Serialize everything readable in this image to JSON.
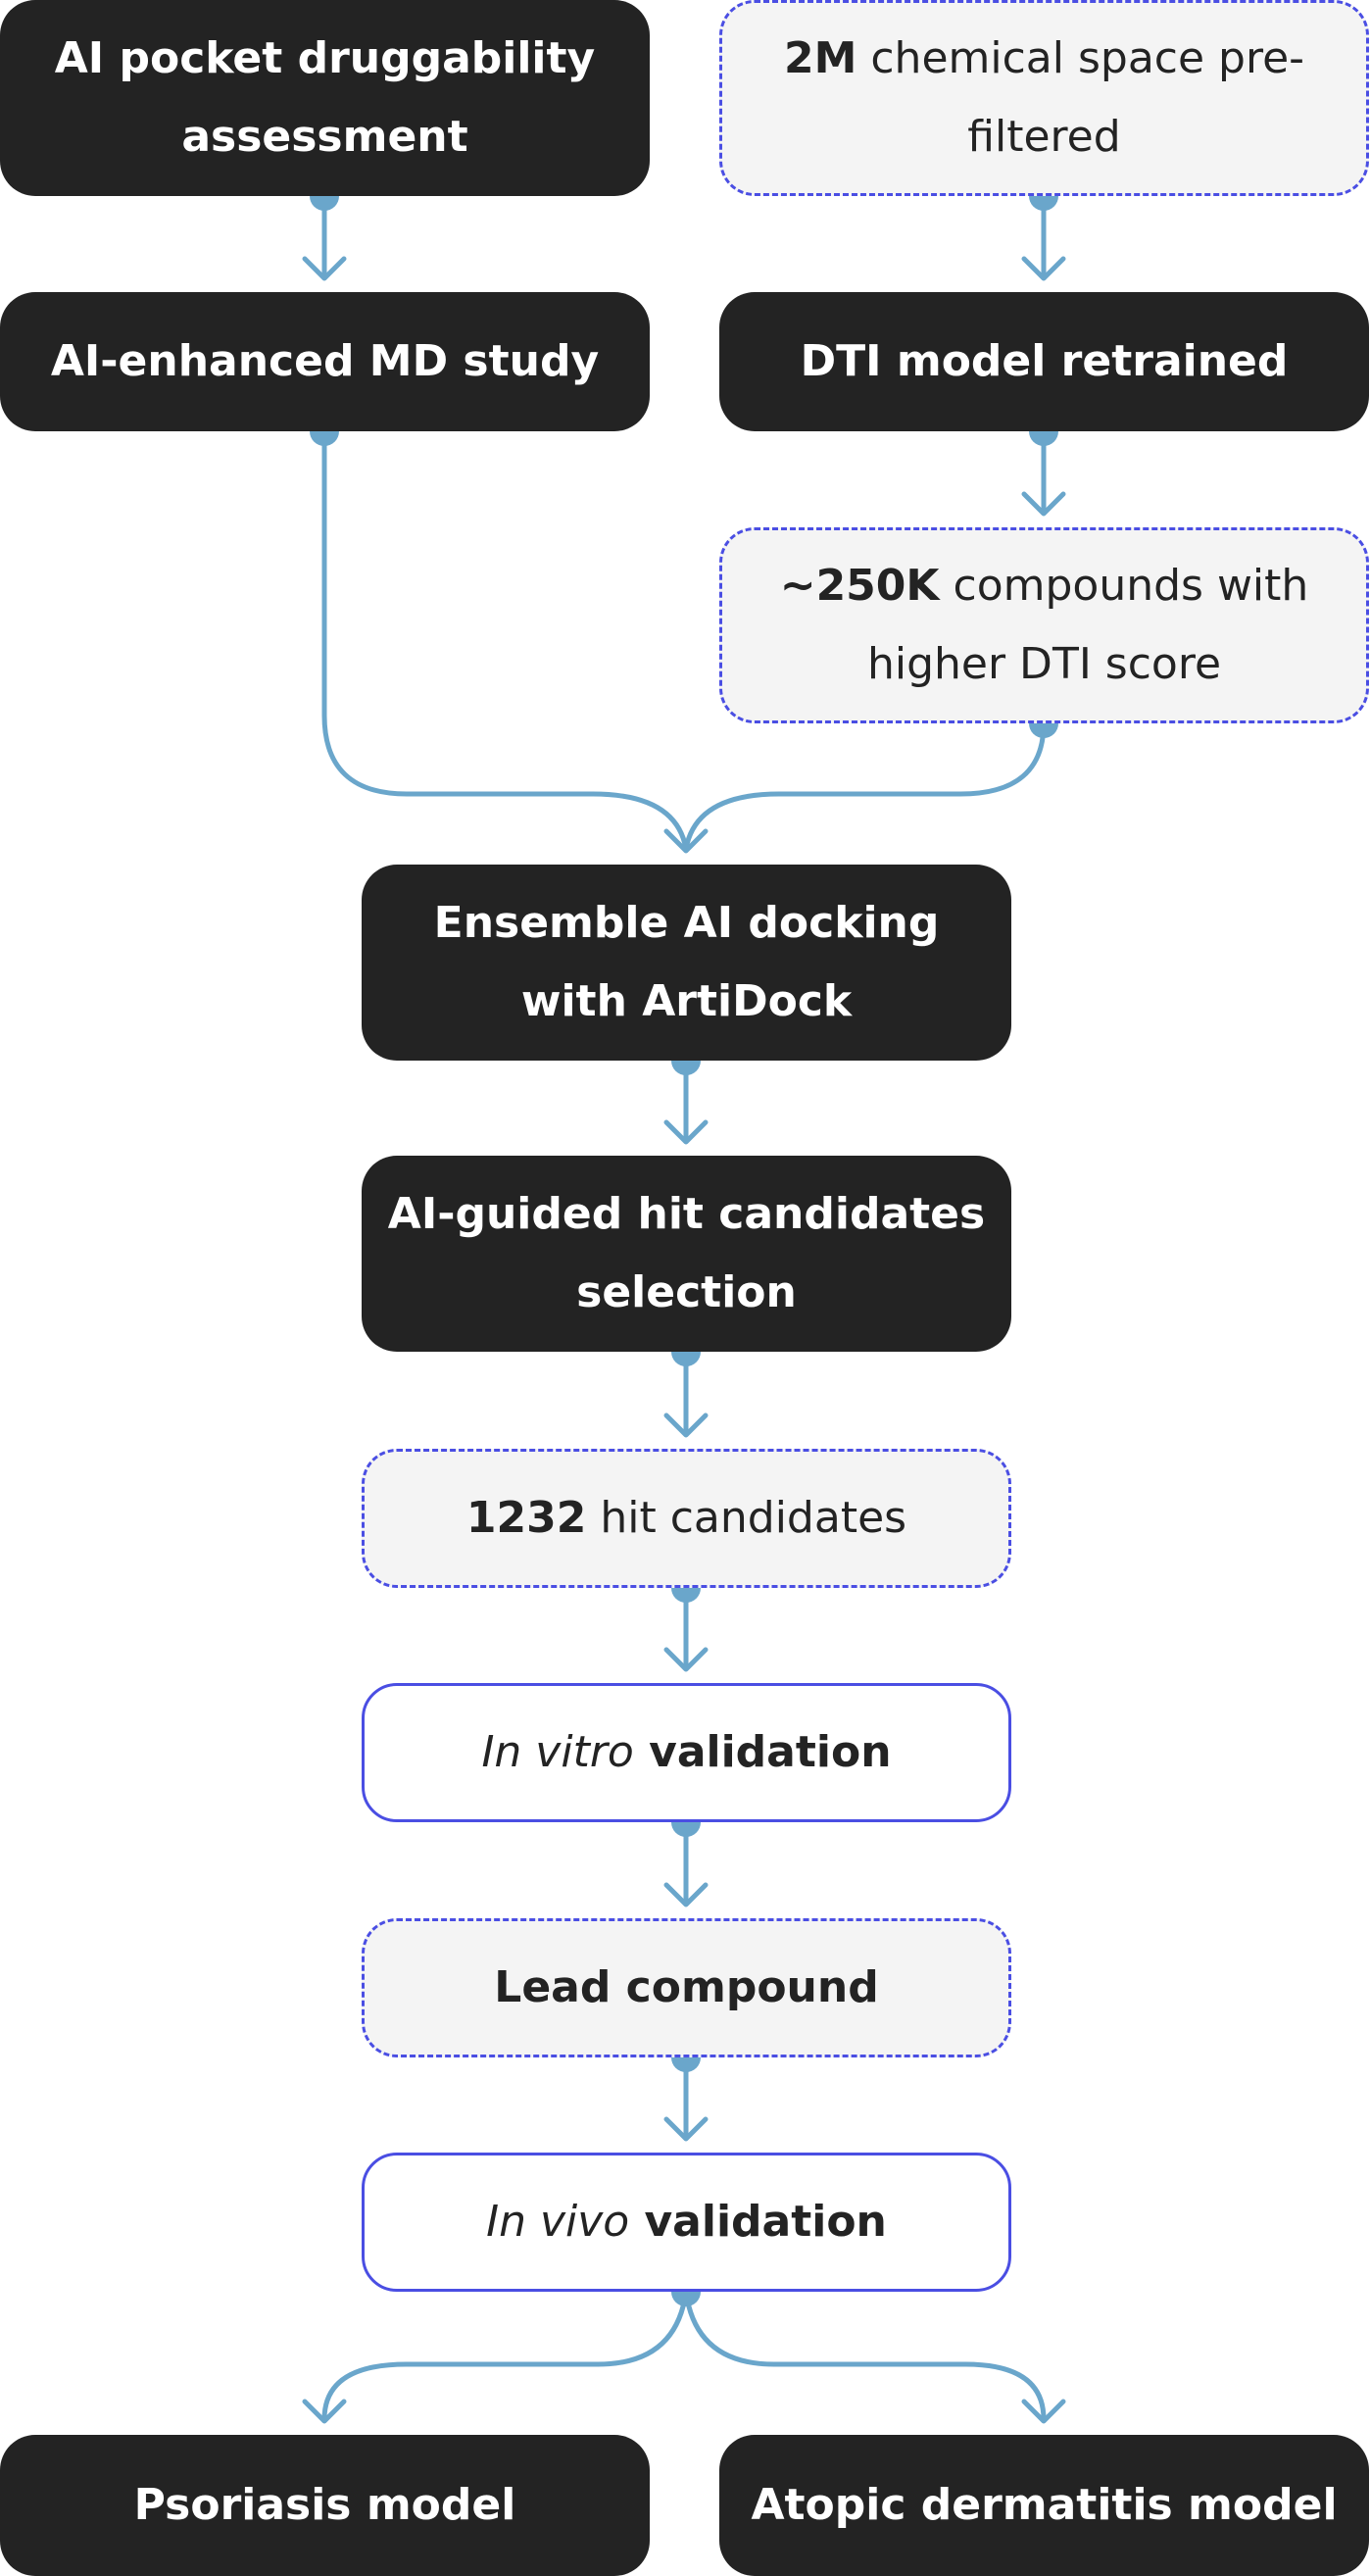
{
  "colors": {
    "dark_node_fill": "#232323",
    "dark_node_text": "#ffffff",
    "dashed_node_fill": "#f4f4f4",
    "node_border_blue": "#4a4ee3",
    "connector": "#6aa6cb",
    "text_dark": "#232323"
  },
  "nodes": {
    "pocket_assessment": {
      "label": "AI pocket druggability assessment"
    },
    "chemical_space": {
      "bold": "2M",
      "rest": " chemical space pre-filtered"
    },
    "md_study": {
      "label": "AI-enhanced MD study"
    },
    "dti_model": {
      "label": "DTI model retrained"
    },
    "compounds_250k": {
      "bold": "~250K",
      "rest": " compounds with higher DTI score"
    },
    "ensemble_docking": {
      "label": "Ensemble AI docking with ArtiDock"
    },
    "hit_selection": {
      "label": "AI-guided hit candidates selection"
    },
    "hit_candidates": {
      "bold": "1232",
      "rest": " hit candidates"
    },
    "in_vitro": {
      "italic": "In vitro",
      "rest": " validation"
    },
    "lead_compound": {
      "label": "Lead compound"
    },
    "in_vivo": {
      "italic": "In vivo",
      "rest": " validation"
    },
    "psoriasis": {
      "label": "Psoriasis model"
    },
    "atopic_dermatitis": {
      "label": "Atopic dermatitis model"
    }
  }
}
